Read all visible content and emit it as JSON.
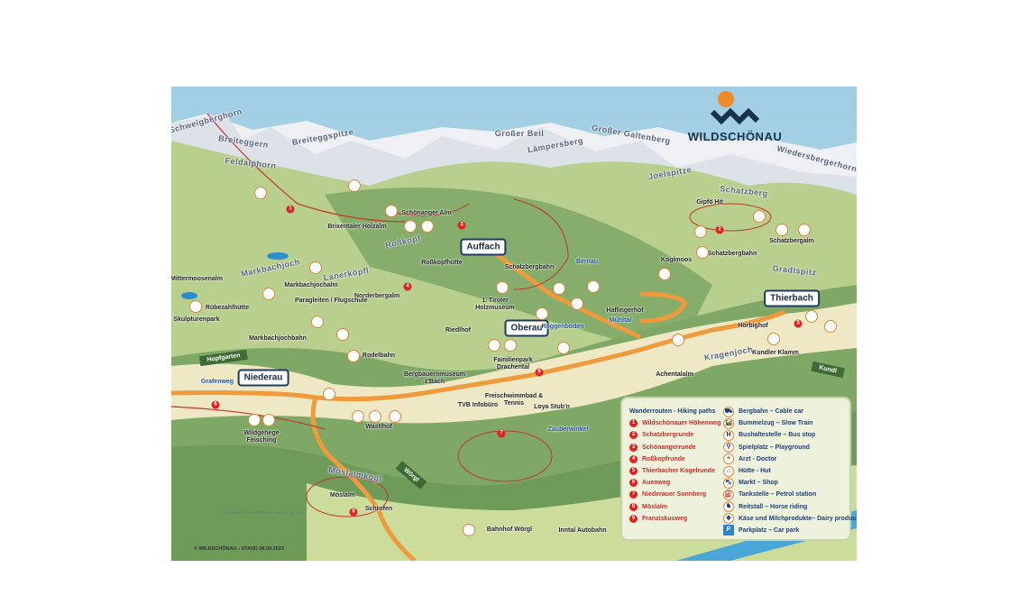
{
  "logo": {
    "text": "WILDSCHÖNAU"
  },
  "colors": {
    "sky": "#a9d3e6",
    "snow": "#eef0f3",
    "meadow": "#b9cf8d",
    "forest": "#7fa866",
    "valley": "#eee9c4",
    "road": "#ef9a3c",
    "route": "#c0392b",
    "navy": "#1d3a66"
  },
  "peaks": [
    "Schweigberghorn",
    "Breiteggern",
    "Breiteggspitze",
    "Feldalphorn",
    "Großer Beil",
    "Lämpersberg",
    "Großer Galtenberg",
    "Joelspitze",
    "Wiedersbergerhorn",
    "Schatzberg",
    "Gradlspitz",
    "Roßkopf",
    "Markbachjoch",
    "Lanerköpfl",
    "Kragenjoch",
    "Möslalmkogl"
  ],
  "towns": [
    "Auffach",
    "Oberau",
    "Niederau",
    "Thierbach"
  ],
  "places": [
    "Schönanger Alm",
    "Brixentaler Holzalm",
    "Roßkopfhütte",
    "Mittermoosenalm",
    "Markbachjochalm",
    "Norderbergalm",
    "Rübezahlhütte",
    "Paragleiten / Flugschule",
    "Skulpturenpark",
    "Markbachjochbahn",
    "Rodelbahn",
    "Riedlhof",
    "Schatzbergbahn",
    "1. Tiroler Holzmuseum",
    "Haflingerhof",
    "Familienpark Drachental",
    "Bergbauernmuseum z'Bach",
    "TVB Infobüro",
    "Freischwimmbad & Tennis",
    "Loya Stub'n",
    "Achentalalm",
    "Wastlhof",
    "Wildgehege Feisching",
    "Gipfö Hit",
    "Koglmoos",
    "Schatzbergbahn",
    "Schatzbergalm",
    "Hörbighof",
    "Kundler Klamm",
    "Möslalm",
    "Schrofen",
    "Bahnhof Wörgl",
    "Inntal Autobahn"
  ],
  "bus_stops": [
    "Bernau",
    "Roggenboden",
    "Mühltal",
    "Grafenweg",
    "Zauberwinkel"
  ],
  "directions": [
    "Hopfgarten",
    "Kundl",
    "Wörgl"
  ],
  "legend": {
    "title": "Wanderrouten  - Hiking paths",
    "routes": [
      {
        "n": "1",
        "name": "Wildschönauer Höhenweg"
      },
      {
        "n": "2",
        "name": "Schatzbergrunde"
      },
      {
        "n": "3",
        "name": "Schönangerrunde"
      },
      {
        "n": "4",
        "name": "Roßkopfrunde"
      },
      {
        "n": "5",
        "name": "Thierbacher Kogelrunde"
      },
      {
        "n": "6",
        "name": "Auenweg"
      },
      {
        "n": "7",
        "name": "Niederauer Sonnberg"
      },
      {
        "n": "8",
        "name": "Möslalm"
      },
      {
        "n": "9",
        "name": "Franziskusweg"
      }
    ],
    "symbols": [
      {
        "icon": "cable-car",
        "name": "Bergbahn – Cable car"
      },
      {
        "icon": "train",
        "name": "Bummelzug – Slow Train"
      },
      {
        "icon": "bus-stop",
        "name": "Bushaltestelle – Bus stop"
      },
      {
        "icon": "playground",
        "name": "Spielplatz – Playground"
      },
      {
        "icon": "doctor",
        "name": "Arzt - Doctor"
      },
      {
        "icon": "hut",
        "name": "Hütte - Hut"
      },
      {
        "icon": "shop",
        "name": "Markt – Shop"
      },
      {
        "icon": "petrol",
        "name": "Tankstelle – Petrol station"
      },
      {
        "icon": "horse",
        "name": "Reitstall – Horse riding"
      },
      {
        "icon": "dairy",
        "name": "Käse und Milchprodukte– Dairy produce"
      },
      {
        "icon": "parking",
        "name": "Parkplatz – Car park"
      }
    ]
  },
  "footer": "© WILDSCHÖNAU - STAND 08.08.2023",
  "credit": "©Andreas Tiroler-Schneider www.tomap.com"
}
